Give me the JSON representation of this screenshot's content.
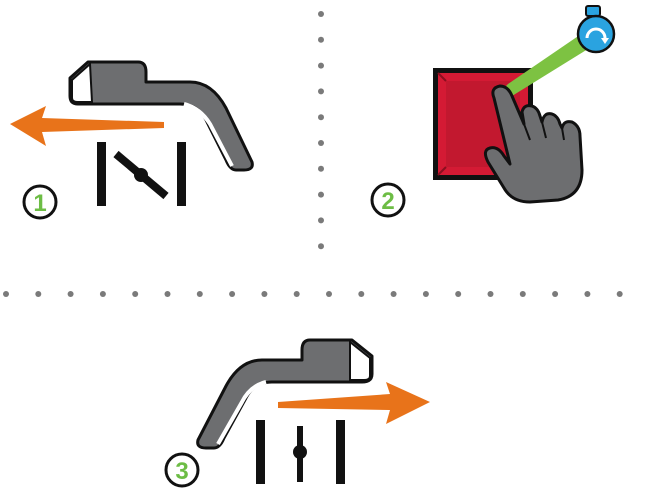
{
  "colors": {
    "arrow": "#e8731a",
    "lever": "#6d6e70",
    "lever_tip": "#ffffff",
    "outline": "#111111",
    "button": "#d41a34",
    "step_number": "#6dbd45",
    "beam": "#7dc242",
    "icon_blue": "#2aa3e0",
    "divider": "#7a7a7a"
  },
  "steps": [
    {
      "number": "1",
      "action": "pull-lever-left",
      "valve_state": "open-diagonal"
    },
    {
      "number": "2",
      "action": "press-red-button",
      "icon": "rotate-icon"
    },
    {
      "number": "3",
      "action": "push-lever-right",
      "valve_state": "closed-vertical"
    }
  ]
}
